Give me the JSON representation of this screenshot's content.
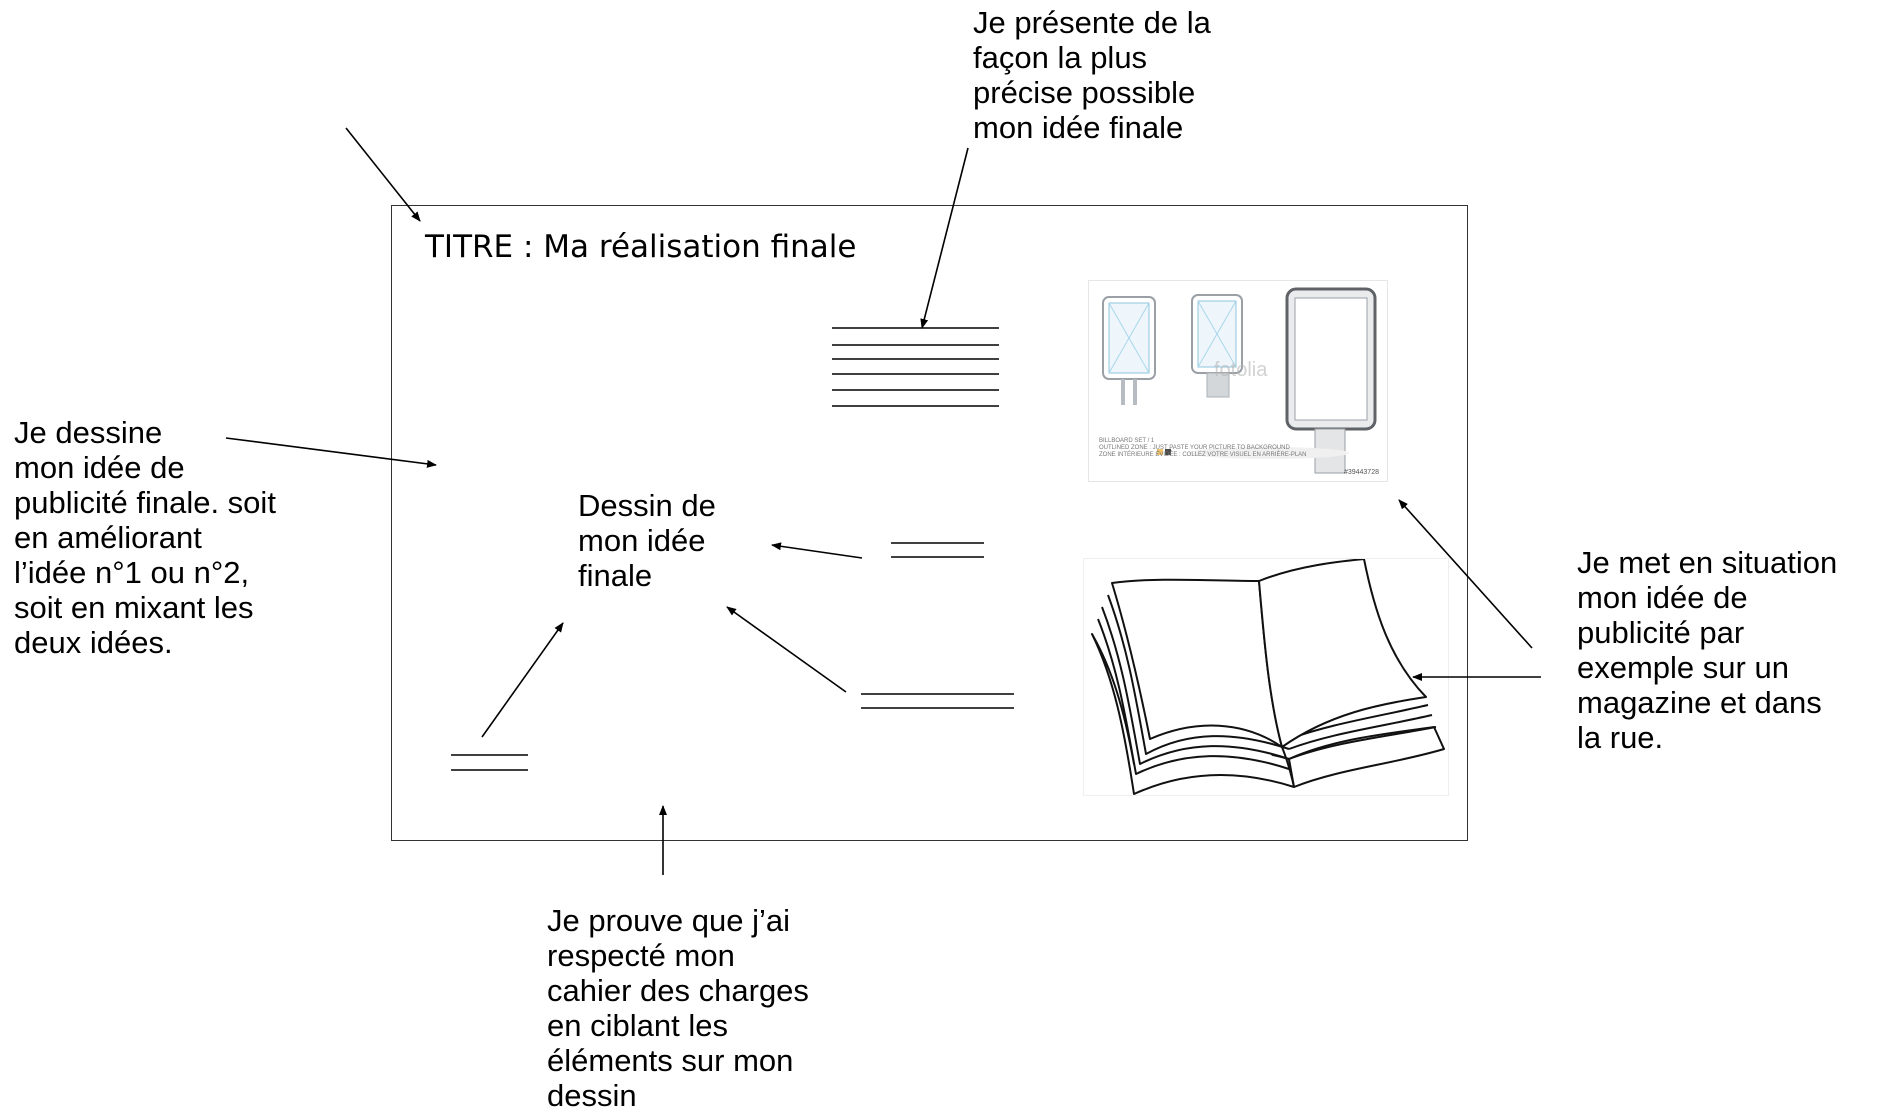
{
  "frame": {
    "title": "TITRE : Ma réalisation finale",
    "drawing_placeholder": "Dessin de\nmon idée\nfinale"
  },
  "annotations": {
    "top_note": "Je présente de la\nfaçon la plus\nprécise possible\nmon idée finale",
    "left_note": "Je dessine\nmon idée de\npublicité finale. soit\nen améliorant\nl’idée n°1 ou n°2,\nsoit en mixant les\ndeux idées.",
    "right_note": "Je met en situation\nmon idée de\npublicité par\nexemple sur un\nmagazine et dans\nla rue.",
    "bottom_note": "Je prouve que j’ai\nrespecté mon\ncahier des charges\nen ciblant les\néléments sur mon\ndessin"
  },
  "billboard_image": {
    "watermark": "fotolia",
    "caption": "BILLBOARD SET / 1\nOUTLINED ZONE : JUST PASTE YOUR PICTURE TO BACKGROUND\nZONE INTÉRIEURE ÉVIDÉE : COLLEZ VOTRE VISUEL EN ARRIÈRE-PLAN",
    "id": "#39443728",
    "icon": "billboard-icon"
  },
  "book_image": {
    "icon": "open-book-icon"
  },
  "colors": {
    "line": "#000000",
    "frame_border": "#333333"
  }
}
